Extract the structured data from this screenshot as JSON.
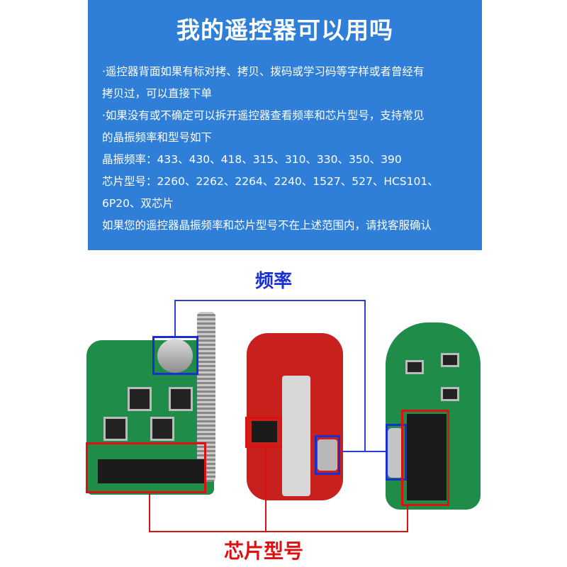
{
  "panel": {
    "title": "我的遥控器可以用吗",
    "lines": [
      "·遥控器背面如果有标对拷、拷贝、拨码或学习码等字样或者曾经有",
      "拷贝过，可以直接下单",
      "·如果没有或不确定可以拆开遥控器查看频率和芯片型号，支持常见",
      "的晶振频率和型号如下",
      "晶振频率：433、430、418、315、310、330、350、390",
      "芯片型号：2260、2262、2264、2240、1527、527、HCS101、",
      "6P20、双芯片",
      "如果您的遥控器晶振频率和芯片型号不在上述范围内，请找客服确认"
    ],
    "bg_color": "#2f7fd8"
  },
  "labels": {
    "frequency": "频率",
    "chip_model": "芯片型号"
  },
  "colors": {
    "frequency": "#1a2fd1",
    "chip_model": "#e01010"
  }
}
